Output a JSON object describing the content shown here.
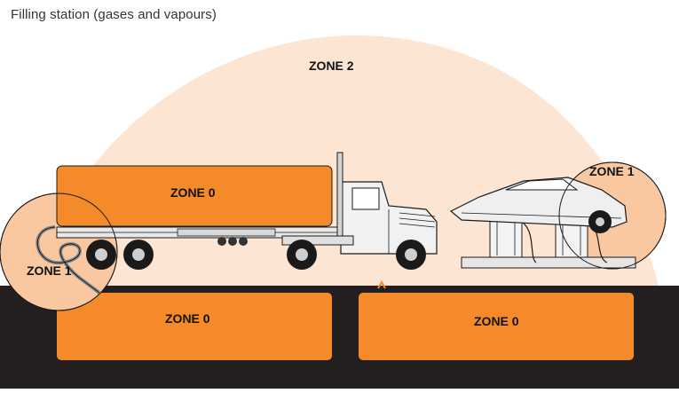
{
  "title": "Filling station (gases and vapours)",
  "zones": {
    "zone2_label": "ZONE 2",
    "tanker_label": "ZONE 0",
    "hose_label": "ZONE 1",
    "car_label": "ZONE 1",
    "tank_left_label": "ZONE 0",
    "tank_right_label": "ZONE 0"
  },
  "colors": {
    "zone0": "#f48a2a",
    "zone1": "#fac8a0",
    "zone2": "#fde5d3",
    "ground": "#231f20",
    "outline": "#1a1a1a"
  },
  "icons": [
    "tanker-truck-icon",
    "pump-dispenser-icon",
    "car-icon",
    "fuel-hose-icon"
  ]
}
